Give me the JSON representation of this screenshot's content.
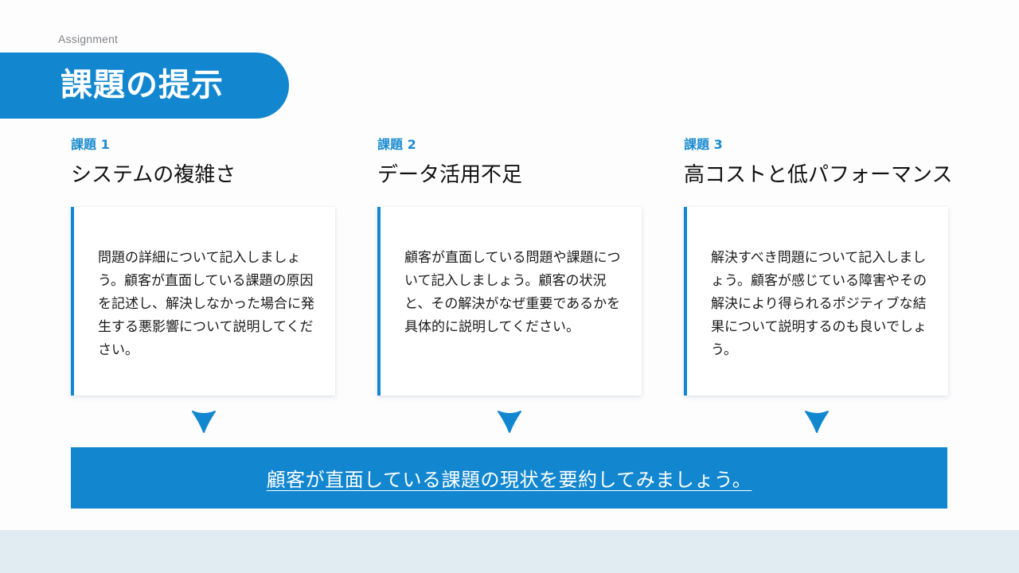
{
  "slide": {
    "eyebrow": "Assignment",
    "title": "課題の提示",
    "accent_color": "#1287d0",
    "footer_color": "#e1ecf2"
  },
  "issues": [
    {
      "label": "課題 1",
      "heading": "システムの複雑さ",
      "body": "問題の詳細について記入しましょう。顧客が直面している課題の原因を記述し、解決しなかった場合に発生する悪影響について説明してください。"
    },
    {
      "label": "課題 2",
      "heading": "データ活用不足",
      "body": "顧客が直面している問題や課題について記入しましょう。顧客の状況と、その解決がなぜ重要であるかを具体的に説明してください。"
    },
    {
      "label": "課題 3",
      "heading": "高コストと低パフォーマンス",
      "body": "解決すべき問題について記入しましょう。顧客が感じている障害やその解決により得られるポジティブな結果について説明するのも良いでしょう。"
    }
  ],
  "arrows": [
    {
      "icon": "chevron-down-icon"
    },
    {
      "icon": "chevron-down-icon"
    },
    {
      "icon": "chevron-down-icon"
    }
  ],
  "summary": {
    "text": "顧客が直面している課題の現状を要約してみましょう。"
  }
}
